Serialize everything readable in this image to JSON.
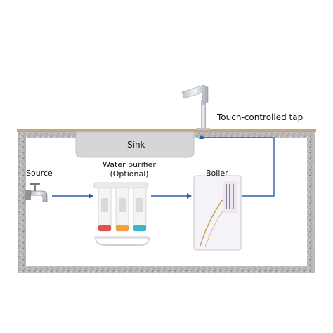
{
  "labels": {
    "tap": "Touch-controlled tap",
    "sink": "Sink",
    "source": "Source",
    "purifier_line1": "Water purifier",
    "purifier_line2": "(Optional)",
    "boiler": "Boiler"
  },
  "colors": {
    "counter_top": "#c7a27a",
    "cabinet_border": "#9a9a9a",
    "sink_fill": "#d6d6d6",
    "flow_arrow": "#2f5fb3"
  },
  "icons": {
    "tap": "touch-tap-icon",
    "faucet": "faucet-icon",
    "purifier": "water-filter-icon",
    "boiler": "boiler-icon"
  }
}
